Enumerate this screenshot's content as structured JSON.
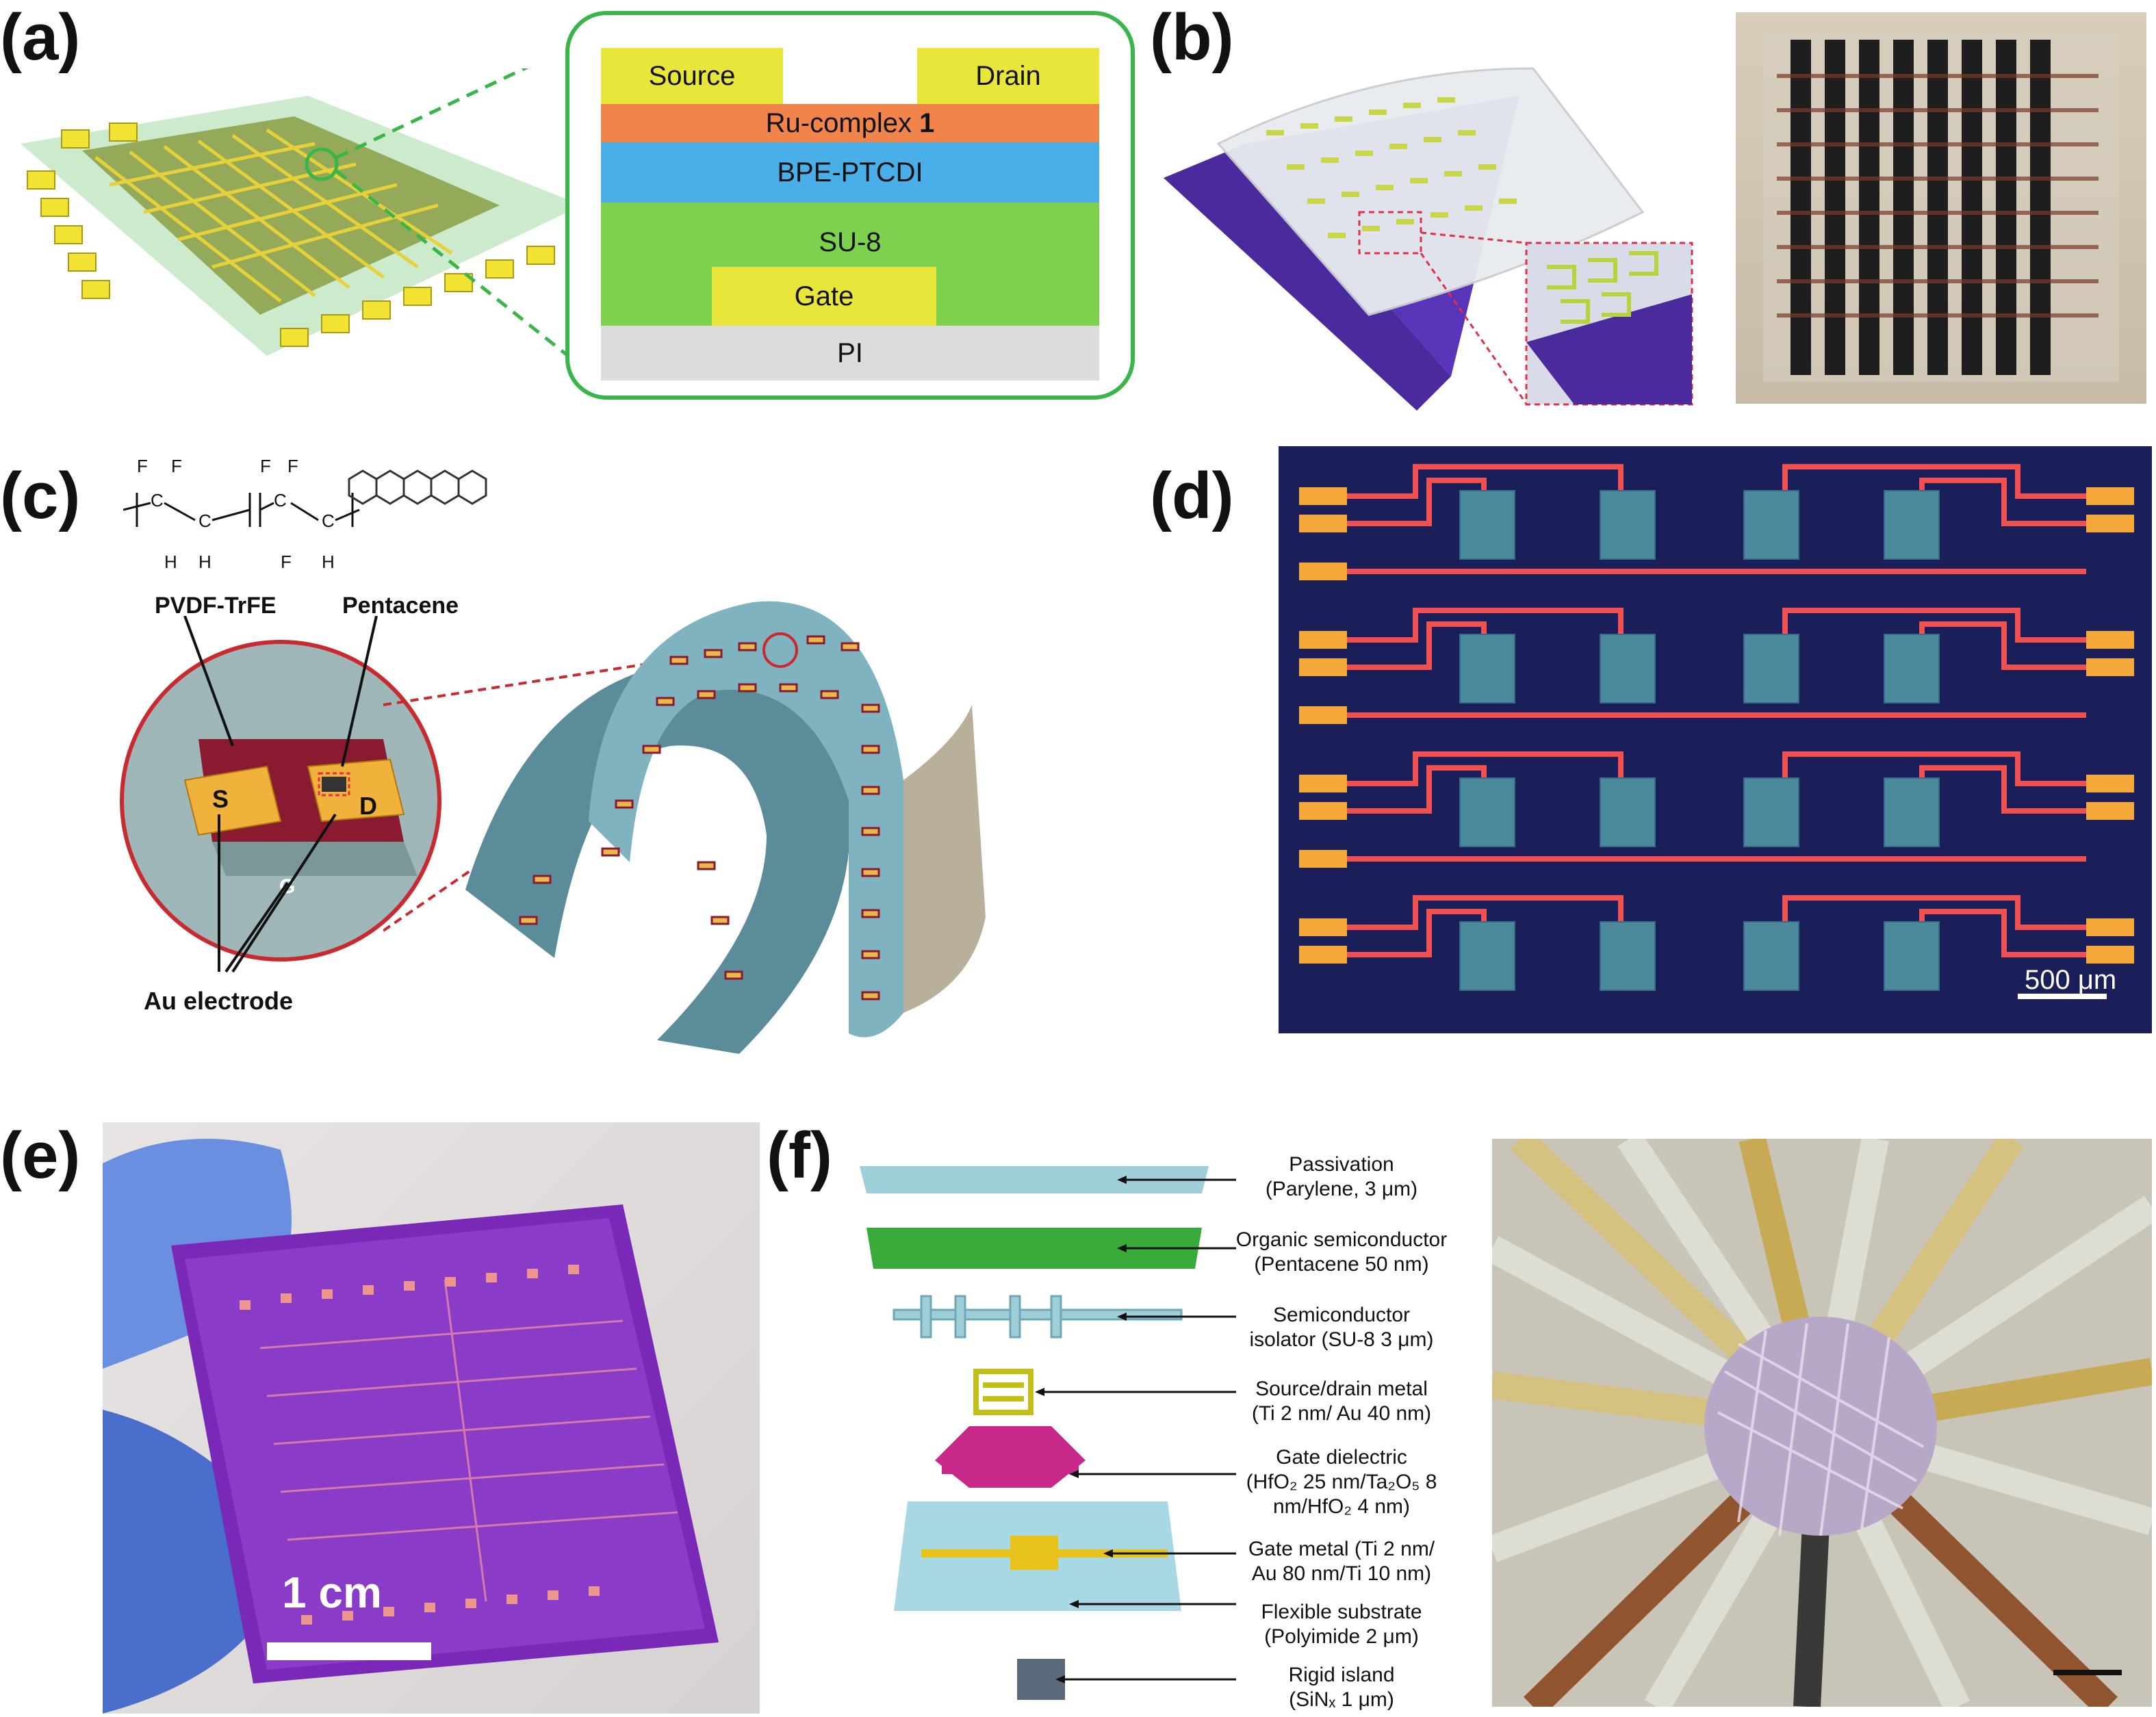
{
  "panels": {
    "a": {
      "label": "(a)",
      "layers": {
        "source": "Source",
        "drain": "Drain",
        "ru": "Ru-complex ",
        "ru_bold": "1",
        "bpe": "BPE-PTCDI",
        "su8": "SU-8",
        "gate": "Gate",
        "pi": "PI"
      },
      "colors": {
        "yellow": "#e8e63a",
        "orange": "#f0844a",
        "blue": "#4aaee8",
        "green": "#7ed14e",
        "gray": "#dcdcdc",
        "outline": "#3ab54a"
      }
    },
    "b": {
      "label": "(b)"
    },
    "c": {
      "label": "(c)",
      "pvdf": "PVDF-TrFE",
      "pentacene": "Pentacene",
      "s": "S",
      "d": "D",
      "g": "G",
      "au": "Au electrode",
      "chem_f": "F",
      "chem_c": "C",
      "chem_h": "H"
    },
    "d": {
      "label": "(d)",
      "scale": "500 μm"
    },
    "e": {
      "label": "(e)",
      "scale": "1 cm"
    },
    "f": {
      "label": "(f)",
      "layers": [
        {
          "title": "Passivation",
          "detail": "(Parylene, 3 μm)"
        },
        {
          "title": "Organic semiconductor",
          "detail": "(Pentacene 50 nm)"
        },
        {
          "title": "Semiconductor",
          "detail": "isolator (SU-8 3 μm)"
        },
        {
          "title": "Source/drain metal",
          "detail": "(Ti 2 nm/ Au 40 nm)"
        },
        {
          "title": "Gate dielectric",
          "detail": "(HfO₂ 25 nm/Ta₂O₅ 8",
          "detail2": "nm/HfO₂ 4 nm)"
        },
        {
          "title": "Gate metal (Ti 2 nm/",
          "detail": "Au 80 nm/Ti 10 nm)"
        },
        {
          "title": "Flexible substrate",
          "detail": "(Polyimide 2 μm)"
        },
        {
          "title": "Rigid island",
          "detail": "(SiNₓ 1 μm)"
        }
      ]
    }
  }
}
